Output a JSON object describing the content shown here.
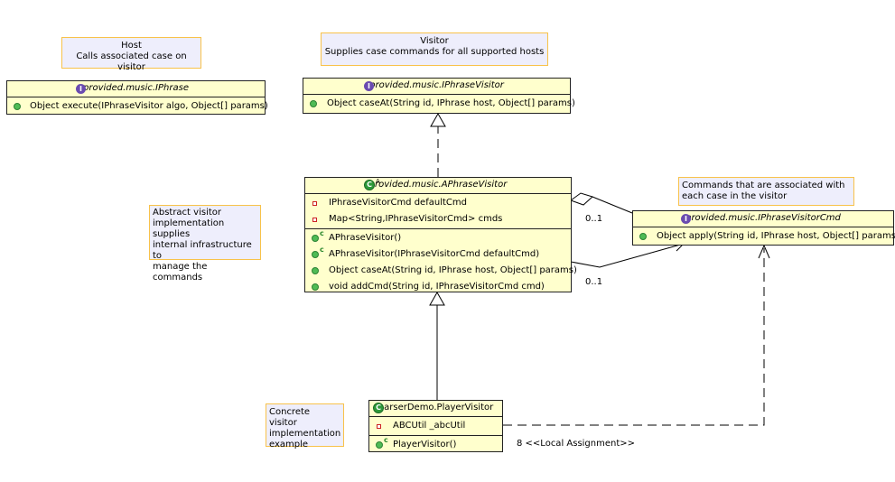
{
  "notes": {
    "host": [
      "Host",
      "Calls associated case on visitor"
    ],
    "visitor": [
      "Visitor",
      "Supplies case commands for all supported hosts"
    ],
    "abstract": [
      "Abstract visitor",
      "implementation supplies",
      "internal infrastructure to",
      "manage the commands"
    ],
    "commands": [
      "Commands that are associated with",
      "each case in the visitor"
    ],
    "concrete": [
      "Concrete visitor",
      "implementation",
      "example"
    ]
  },
  "classes": {
    "iphrase": {
      "kind": "interface",
      "name": "provided.music.IPhrase",
      "methods": [
        "Object execute(IPhraseVisitor algo, Object[] params)"
      ]
    },
    "iphrase_visitor": {
      "kind": "interface",
      "name": "provided.music.IPhraseVisitor",
      "methods": [
        "Object caseAt(String id, IPhrase host, Object[] params)"
      ]
    },
    "aphrase_visitor": {
      "kind": "abstract-class",
      "name": "provided.music.APhraseVisitor",
      "stereotype": "A",
      "fields": [
        "IPhraseVisitorCmd defaultCmd",
        "Map<String,IPhraseVisitorCmd> cmds"
      ],
      "methods": [
        "APhraseVisitor()",
        "APhraseVisitor(IPhraseVisitorCmd defaultCmd)",
        "Object caseAt(String id, IPhrase host, Object[] params)",
        "void addCmd(String id, IPhraseVisitorCmd cmd)"
      ]
    },
    "iphrase_visitor_cmd": {
      "kind": "interface",
      "name": "provided.music.IPhraseVisitorCmd",
      "methods": [
        "Object apply(String id, IPhrase host, Object[] params)"
      ]
    },
    "player_visitor": {
      "kind": "class",
      "name": "parserDemo.PlayerVisitor",
      "fields": [
        "ABCUtil _abcUtil"
      ],
      "methods": [
        "PlayerVisitor()"
      ]
    }
  },
  "labels": {
    "mult_top": "0..1",
    "mult_bottom": "0..1",
    "local_assignment": "8 <<Local Assignment>>"
  },
  "icons": {
    "interface": "interface-i-icon",
    "class": "class-c-icon",
    "public_method": "public-method-icon",
    "private_field": "private-field-icon",
    "constructor": "constructor-c-icon"
  },
  "colors": {
    "class_fill": "#ffffcd",
    "note_fill": "#eeeefc",
    "note_border": "#f8c24a",
    "interface_icon": "#6a4bb0",
    "class_icon": "#2e9a3a"
  }
}
